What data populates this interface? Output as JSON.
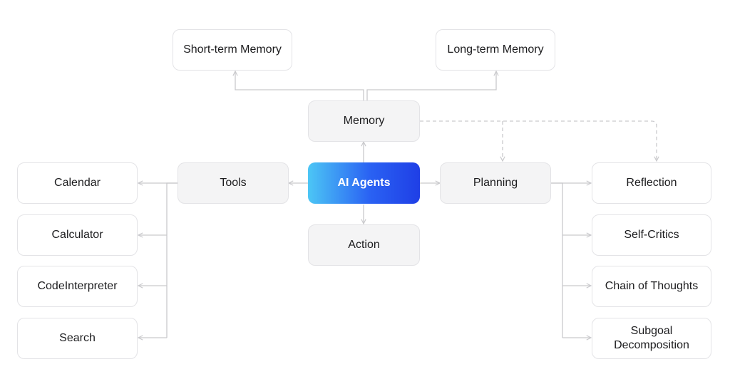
{
  "nodes": {
    "short_term_memory": "Short-term Memory",
    "long_term_memory": "Long-term Memory",
    "memory": "Memory",
    "tools": "Tools",
    "ai_agents": "AI Agents",
    "planning": "Planning",
    "action": "Action",
    "calendar": "Calendar",
    "calculator": "Calculator",
    "code_interpreter": "CodeInterpreter",
    "search": "Search",
    "reflection": "Reflection",
    "self_critics": "Self-Critics",
    "chain_of_thoughts": "Chain of Thoughts",
    "subgoal_line1": "Subgoal",
    "subgoal_line2": "Decomposition"
  },
  "colors": {
    "center_gradient_start": "#4cc6f5",
    "center_gradient_end": "#1f3fe6",
    "connector": "#c9c9cc",
    "node_border": "#e3e3e6",
    "node_fill_gray": "#f4f4f5"
  }
}
